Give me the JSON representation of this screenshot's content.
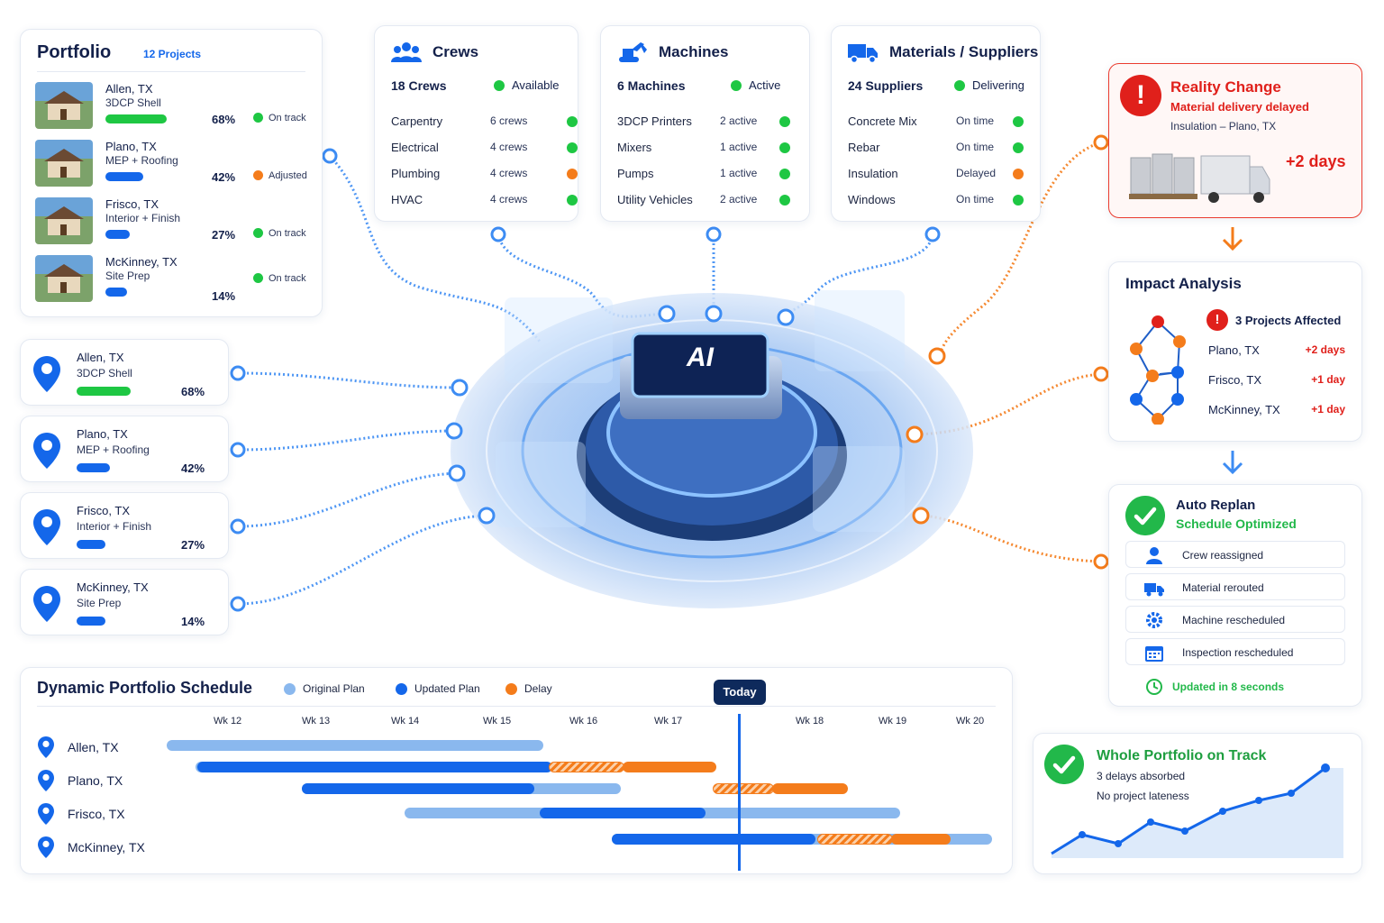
{
  "portfolio": {
    "title": "Portfolio",
    "count": "12 Projects",
    "projects": [
      {
        "city": "Allen, TX",
        "phase": "3DCP Shell",
        "pct": "68%",
        "progress": 0.68,
        "status": "On track",
        "status_color": "#1ec743"
      },
      {
        "city": "Plano, TX",
        "phase": "MEP + Roofing",
        "pct": "42%",
        "progress": 0.42,
        "status": "Adjusted",
        "status_color": "#f47c1b"
      },
      {
        "city": "Frisco, TX",
        "phase": "Interior + Finish",
        "pct": "27%",
        "progress": 0.27,
        "status": "On track",
        "status_color": "#1ec743"
      },
      {
        "city": "McKinney, TX",
        "phase": "Site Prep",
        "pct": "14%",
        "progress": 0.14,
        "status": "On track",
        "status_color": "#1ec743"
      }
    ]
  },
  "crews": {
    "title": "Crews",
    "icon": "people-icon",
    "summary": "18 Crews",
    "summary_status": "Available",
    "rows": [
      {
        "label": "Carpentry",
        "value": "6 crews",
        "status_color": "#1ec743"
      },
      {
        "label": "Electrical",
        "value": "4 crews",
        "status_color": "#1ec743"
      },
      {
        "label": "Plumbing",
        "value": "4 crews",
        "status_color": "#f47c1b"
      },
      {
        "label": "HVAC",
        "value": "4 crews",
        "status_color": "#1ec743"
      }
    ]
  },
  "machines": {
    "title": "Machines",
    "icon": "excavator-icon",
    "summary": "6 Machines",
    "summary_status": "Active",
    "rows": [
      {
        "label": "3DCP Printers",
        "value": "2 active",
        "status_color": "#1ec743"
      },
      {
        "label": "Mixers",
        "value": "1 active",
        "status_color": "#1ec743"
      },
      {
        "label": "Pumps",
        "value": "1 active",
        "status_color": "#1ec743"
      },
      {
        "label": "Utility Vehicles",
        "value": "2 active",
        "status_color": "#1ec743"
      }
    ]
  },
  "materials": {
    "title": "Materials / Suppliers",
    "icon": "truck-icon",
    "summary": "24 Suppliers",
    "summary_status": "Delivering",
    "rows": [
      {
        "label": "Concrete Mix",
        "value": "On time",
        "status_color": "#1ec743"
      },
      {
        "label": "Rebar",
        "value": "On time",
        "status_color": "#1ec743"
      },
      {
        "label": "Insulation",
        "value": "Delayed",
        "status_color": "#f47c1b"
      },
      {
        "label": "Windows",
        "value": "On time",
        "status_color": "#1ec743"
      }
    ]
  },
  "locations": [
    {
      "city": "Allen, TX",
      "phase": "3DCP Shell",
      "pct": "68%",
      "progress": 0.68,
      "bar_color": "#1ec743"
    },
    {
      "city": "Plano, TX",
      "phase": "MEP + Roofing",
      "pct": "42%",
      "progress": 0.42,
      "bar_color": "#1467ea"
    },
    {
      "city": "Frisco, TX",
      "phase": "Interior + Finish",
      "pct": "27%",
      "progress": 0.27,
      "bar_color": "#1467ea"
    },
    {
      "city": "McKinney, TX",
      "phase": "Site Prep",
      "pct": "14%",
      "progress": 0.14,
      "bar_color": "#1467ea"
    }
  ],
  "hub": {
    "chip_label": "AI"
  },
  "reality": {
    "title": "Reality Change",
    "subtitle": "Material delivery delayed",
    "detail": "Insulation – Plano, TX",
    "delay": "+2 days"
  },
  "impact": {
    "title": "Impact Analysis",
    "affected": "3 Projects Affected",
    "rows": [
      {
        "city": "Plano, TX",
        "delay": "+2 days"
      },
      {
        "city": "Frisco, TX",
        "delay": "+1 day"
      },
      {
        "city": "McKinney, TX",
        "delay": "+1 day"
      }
    ]
  },
  "replan": {
    "title": "Auto Replan",
    "subtitle": "Schedule Optimized",
    "actions": [
      {
        "label": "Crew reassigned",
        "icon": "person-icon"
      },
      {
        "label": "Material rerouted",
        "icon": "truck-icon"
      },
      {
        "label": "Machine rescheduled",
        "icon": "gear-icon"
      },
      {
        "label": "Inspection rescheduled",
        "icon": "calendar-icon"
      }
    ],
    "updated": "Updated in 8 seconds"
  },
  "whole": {
    "title": "Whole Portfolio on Track",
    "line1": "3 delays absorbed",
    "line2": "No project lateness"
  },
  "schedule": {
    "title": "Dynamic Portfolio Schedule",
    "legend": [
      {
        "label": "Original Plan",
        "color": "#8ab8ee"
      },
      {
        "label": "Updated Plan",
        "color": "#1467ea"
      },
      {
        "label": "Delay",
        "color": "#f47c1b"
      }
    ],
    "today_label": "Today",
    "weeks": [
      "Wk 12",
      "Wk 13",
      "Wk 14",
      "Wk 15",
      "Wk 16",
      "Wk 17",
      "Wk 18",
      "Wk 19",
      "Wk 20"
    ],
    "rows": [
      {
        "project": "Allen, TX"
      },
      {
        "project": "Plano, TX"
      },
      {
        "project": "Frisco, TX"
      },
      {
        "project": "McKinney, TX"
      }
    ]
  },
  "colors": {
    "accent": "#1467ea",
    "success": "#1ec743",
    "warning": "#f47c1b",
    "danger": "#e0201b",
    "navy": "#13204a"
  }
}
